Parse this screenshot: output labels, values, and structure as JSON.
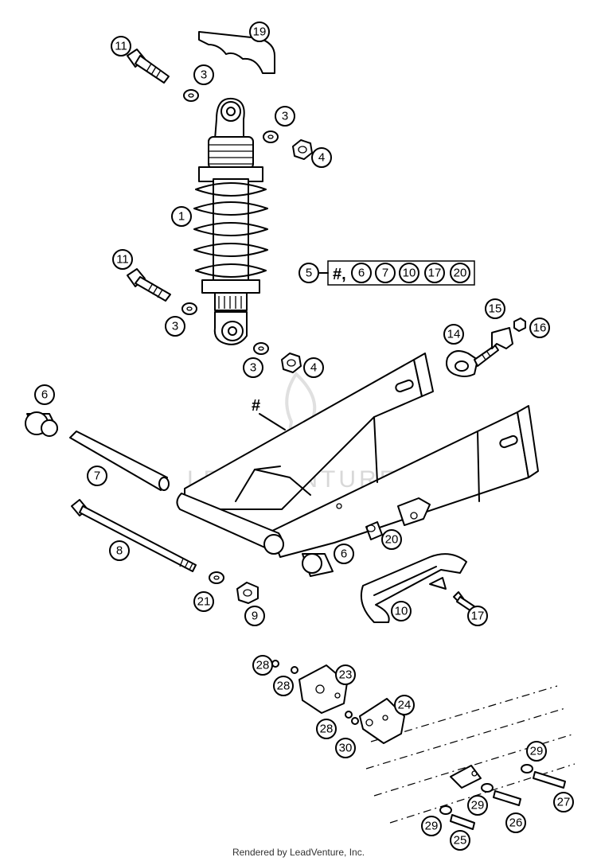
{
  "kit": {
    "main": "5",
    "hash": "#,",
    "items": [
      "6",
      "7",
      "10",
      "17",
      "20"
    ]
  },
  "swingarm_marker": "#",
  "callouts": [
    {
      "id": "c19",
      "label": "19"
    },
    {
      "id": "c11a",
      "label": "11"
    },
    {
      "id": "c3a",
      "label": "3"
    },
    {
      "id": "c3b",
      "label": "3"
    },
    {
      "id": "c4a",
      "label": "4"
    },
    {
      "id": "c1",
      "label": "1"
    },
    {
      "id": "c11b",
      "label": "11"
    },
    {
      "id": "c3c",
      "label": "3"
    },
    {
      "id": "c3d",
      "label": "3"
    },
    {
      "id": "c4b",
      "label": "4"
    },
    {
      "id": "c15",
      "label": "15"
    },
    {
      "id": "c16",
      "label": "16"
    },
    {
      "id": "c14",
      "label": "14"
    },
    {
      "id": "c6a",
      "label": "6"
    },
    {
      "id": "c7",
      "label": "7"
    },
    {
      "id": "c8",
      "label": "8"
    },
    {
      "id": "c20",
      "label": "20"
    },
    {
      "id": "c6b",
      "label": "6"
    },
    {
      "id": "c21",
      "label": "21"
    },
    {
      "id": "c9",
      "label": "9"
    },
    {
      "id": "c10",
      "label": "10"
    },
    {
      "id": "c17",
      "label": "17"
    },
    {
      "id": "c28a",
      "label": "28"
    },
    {
      "id": "c28b",
      "label": "28"
    },
    {
      "id": "c23",
      "label": "23"
    },
    {
      "id": "c24",
      "label": "24"
    },
    {
      "id": "c28c",
      "label": "28"
    },
    {
      "id": "c30",
      "label": "30"
    },
    {
      "id": "c29a",
      "label": "29"
    },
    {
      "id": "c27",
      "label": "27"
    },
    {
      "id": "c29b",
      "label": "29"
    },
    {
      "id": "c26",
      "label": "26"
    },
    {
      "id": "c29c",
      "label": "29"
    },
    {
      "id": "c25",
      "label": "25"
    }
  ],
  "watermark": "LEADVENTURE",
  "footer": "Rendered by LeadVenture, Inc."
}
